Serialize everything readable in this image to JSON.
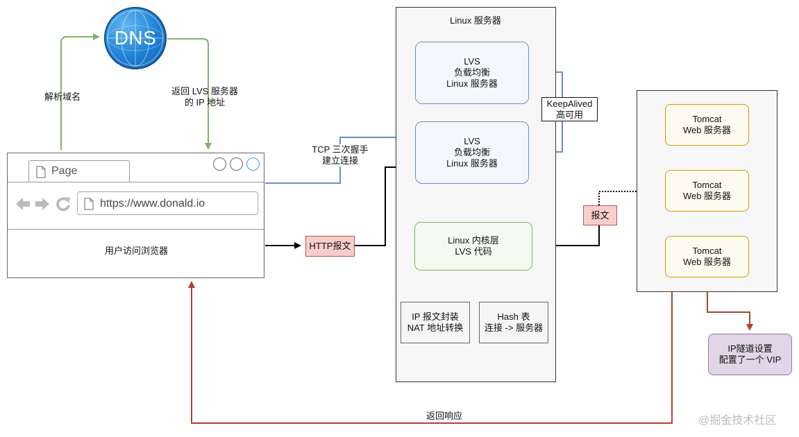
{
  "colors": {
    "green": "#82b366",
    "blue": "#6c8ebf",
    "black": "#000000",
    "olive": "#d6b656",
    "red": "#ae4132",
    "tomcat_border": "#d79b00",
    "vip_border": "#9673a6"
  },
  "dns": {
    "label": "DNS"
  },
  "edge_labels": {
    "resolve_domain": "解析域名",
    "return_ip_line1": "返回 LVS 服务器",
    "return_ip_line2": "的 IP 地址",
    "tcp_line1": "TCP 三次握手",
    "tcp_line2": "建立连接",
    "return_response": "返回响应"
  },
  "browser": {
    "tab_label": "Page",
    "url": "https://www.donald.io",
    "content_label": "用户访问浏览器"
  },
  "http_packet": "HTTP报文",
  "packet": "报文",
  "linux_server": {
    "title": "Linux 服务器",
    "lvs_top": [
      "LVS",
      "负载均衡",
      "Linux 服务器"
    ],
    "lvs_bottom": [
      "LVS",
      "负载均衡",
      "Linux 服务器"
    ],
    "kernel": [
      "Linux 内核层",
      "LVS 代码"
    ],
    "nat": [
      "IP 报文封装",
      "NAT 地址转换"
    ],
    "hash": [
      "Hash 表",
      "连接 -> 服务器"
    ]
  },
  "keepalived": [
    "KeepAlived",
    "高可用"
  ],
  "tomcats": [
    [
      "Tomcat",
      "Web 服务器"
    ],
    [
      "Tomcat",
      "Web 服务器"
    ],
    [
      "Tomcat",
      "Web 服务器"
    ]
  ],
  "vip": [
    "IP隧道设置",
    "配置了一个 VIP"
  ],
  "watermark": "@掘金技术社区"
}
